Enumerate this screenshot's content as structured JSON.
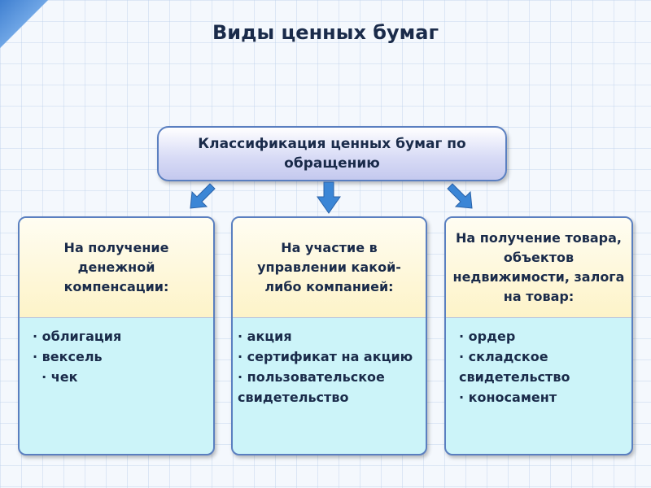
{
  "title": "Виды ценных бумаг",
  "root": {
    "label": "Классификация ценных бумаг по обращению"
  },
  "branches": [
    {
      "heading": "На получение денежной компенсации:",
      "items": [
        "· облигация",
        "· вексель",
        "  · чек"
      ]
    },
    {
      "heading": "На участие в управлении какой-либо компанией:",
      "items": [
        "· акция",
        "· сертификат на акцию",
        "· пользовательское свидетельство"
      ]
    },
    {
      "heading": "На получение товара, объектов недвижимости, залога на товар:",
      "items": [
        "· ордер",
        "· складское свидетельство",
        "· коносамент"
      ]
    }
  ],
  "colors": {
    "arrow": "#3b86d6",
    "border": "#5a7fc0",
    "header_fill": "#fdf3c8",
    "body_fill": "#ccf4f9"
  }
}
